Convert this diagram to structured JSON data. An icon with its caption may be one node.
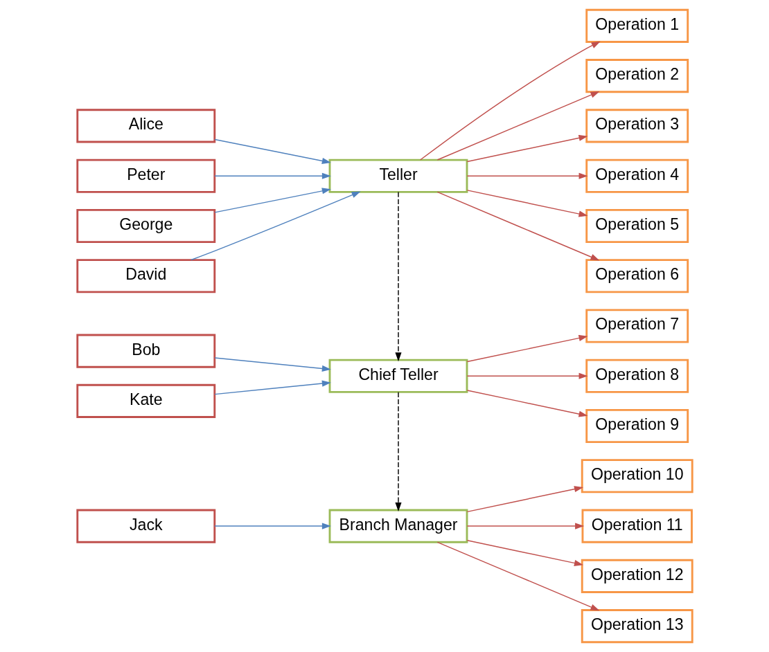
{
  "diagram": {
    "nodes": [
      {
        "text": [
          "Alice"
        ]
      },
      {
        "text": [
          "Peter"
        ]
      },
      {
        "text": [
          "George"
        ]
      },
      {
        "text": [
          "David"
        ]
      },
      {
        "text": [
          "Bob"
        ]
      },
      {
        "text": [
          "Kate"
        ]
      },
      {
        "text": [
          "Jack"
        ]
      },
      {
        "text": [
          "Teller"
        ]
      },
      {
        "text": [
          "Chief Teller"
        ]
      },
      {
        "text": [
          "Branch Manager"
        ]
      },
      {
        "text": [
          "Operation 1"
        ]
      },
      {
        "text": [
          "Operation 2"
        ]
      },
      {
        "text": [
          "Operation 3"
        ]
      },
      {
        "text": [
          "Operation 4"
        ]
      },
      {
        "text": [
          "Operation 5"
        ]
      },
      {
        "text": [
          "Operation 6"
        ]
      },
      {
        "text": [
          "Operation 7"
        ]
      },
      {
        "text": [
          "Operation 8"
        ]
      },
      {
        "text": [
          "Operation 9"
        ]
      },
      {
        "text": [
          "Operation 10"
        ]
      },
      {
        "text": [
          "Operation 11"
        ]
      },
      {
        "text": [
          "Operation 12"
        ]
      },
      {
        "text": [
          "Operation 13"
        ]
      }
    ],
    "edges": [
      {
        "from": 0,
        "to": 7,
        "arrow": "to",
        "color": "#4f81bd"
      },
      {
        "from": 1,
        "to": 7,
        "arrow": "to",
        "color": "#4f81bd"
      },
      {
        "from": 2,
        "to": 7,
        "arrow": "to",
        "color": "#4f81bd"
      },
      {
        "from": 3,
        "to": 7,
        "arrow": "to",
        "color": "#4f81bd"
      },
      {
        "from": 4,
        "to": 8,
        "arrow": "to",
        "color": "#4f81bd"
      },
      {
        "from": 5,
        "to": 8,
        "arrow": "to",
        "color": "#4f81bd"
      },
      {
        "from": 6,
        "to": 9,
        "arrow": "to",
        "color": "#4f81bd"
      },
      {
        "from": 7,
        "to": 8,
        "arrow": "to",
        "style": "dashed",
        "color": "#000000"
      },
      {
        "from": 8,
        "to": 9,
        "arrow": "to",
        "style": "dashed",
        "color": "#000000"
      },
      {
        "from": 7,
        "to": 10,
        "arrow": "to"
      },
      {
        "from": 7,
        "to": 11,
        "arrow": "to"
      },
      {
        "from": 7,
        "to": 12,
        "arrow": "to"
      },
      {
        "from": 7,
        "to": 13,
        "arrow": "to"
      },
      {
        "from": 7,
        "to": 14,
        "arrow": "to"
      },
      {
        "from": 7,
        "to": 15,
        "arrow": "to"
      },
      {
        "from": 8,
        "to": 16,
        "arrow": "to"
      },
      {
        "from": 8,
        "to": 17,
        "arrow": "to"
      },
      {
        "from": 8,
        "to": 18,
        "arrow": "to"
      },
      {
        "from": 9,
        "to": 19,
        "arrow": "to"
      },
      {
        "from": 9,
        "to": 20,
        "arrow": "to"
      },
      {
        "from": 9,
        "to": 21,
        "arrow": "to"
      },
      {
        "from": 9,
        "to": 22,
        "arrow": "to"
      }
    ]
  }
}
